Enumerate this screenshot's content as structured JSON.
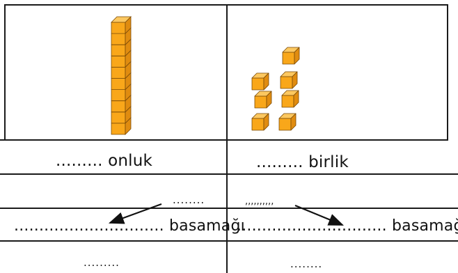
{
  "colors": {
    "cube_face": "#f9a71a",
    "cube_top": "#fcc860",
    "cube_side": "#e08c10",
    "cube_edge": "#7a4a06",
    "grid_line": "#1a1a1a"
  },
  "blocks": {
    "tens_rod_units": 10,
    "ones_count": 7
  },
  "labels": {
    "onluk_row": "......... onluk",
    "birlik_row": "......... birlik",
    "dots_left_row3": "........",
    "dots_right_row3": ",,,,,,,,,,",
    "basamagi_left": ".............................. basamağı",
    "basamagi_right": ".............................. basamağı",
    "dots_left_row5": ".........",
    "dots_right_row5": "........"
  }
}
